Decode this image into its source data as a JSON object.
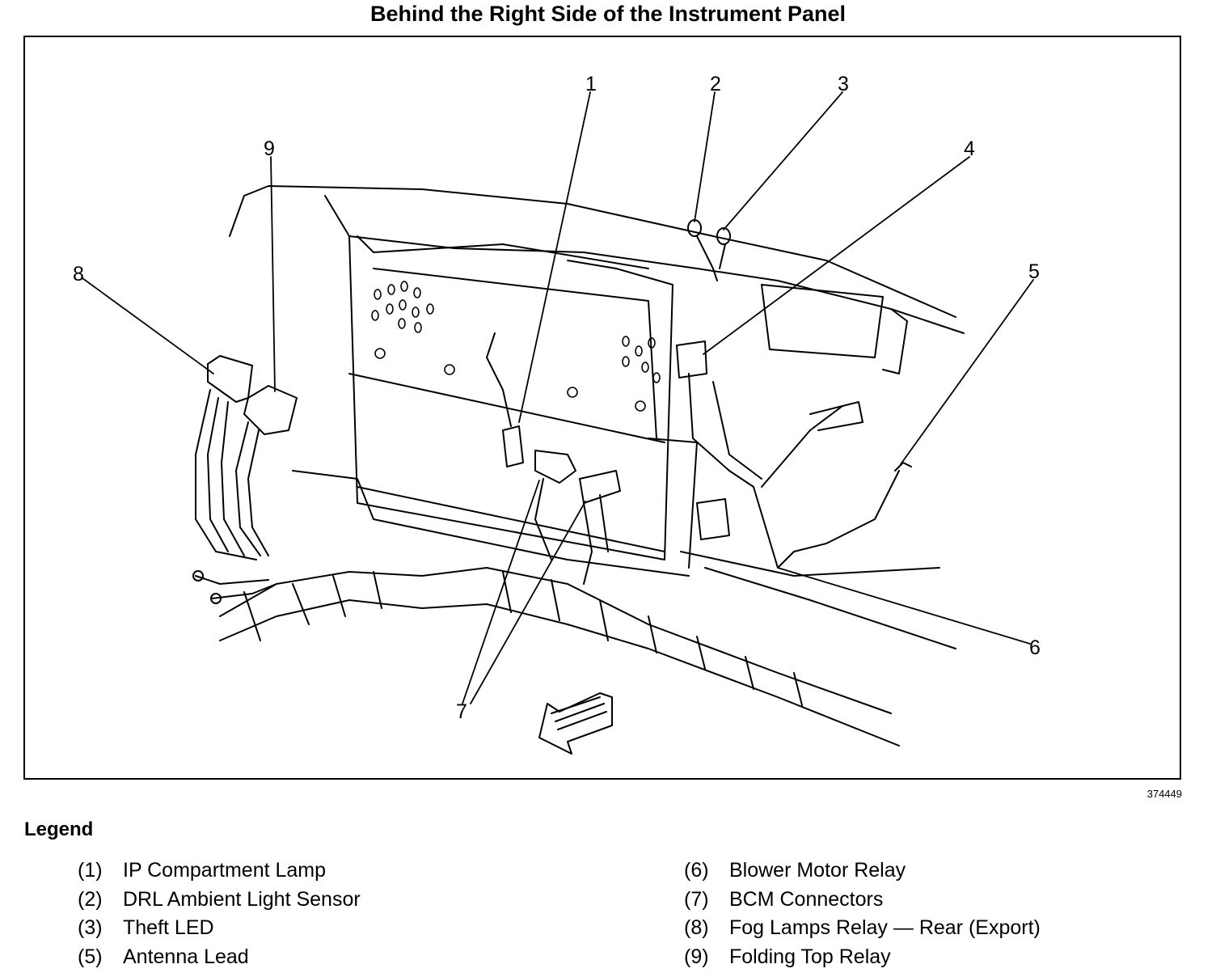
{
  "title": "Behind the Right Side of the Instrument Panel",
  "figure_id": "374449",
  "callouts": [
    "1",
    "2",
    "3",
    "4",
    "5",
    "6",
    "7",
    "8",
    "9"
  ],
  "legend": {
    "heading": "Legend",
    "left": [
      {
        "num": "(1)",
        "label": "IP Compartment Lamp"
      },
      {
        "num": "(2)",
        "label": "DRL Ambient Light Sensor"
      },
      {
        "num": "(3)",
        "label": "Theft LED"
      },
      {
        "num": "(5)",
        "label": "Antenna Lead"
      }
    ],
    "right": [
      {
        "num": "(6)",
        "label": "Blower Motor Relay"
      },
      {
        "num": "(7)",
        "label": "BCM Connectors"
      },
      {
        "num": "(8)",
        "label": "Fog Lamps Relay — Rear (Export)"
      },
      {
        "num": "(9)",
        "label": "Folding Top Relay"
      }
    ]
  }
}
